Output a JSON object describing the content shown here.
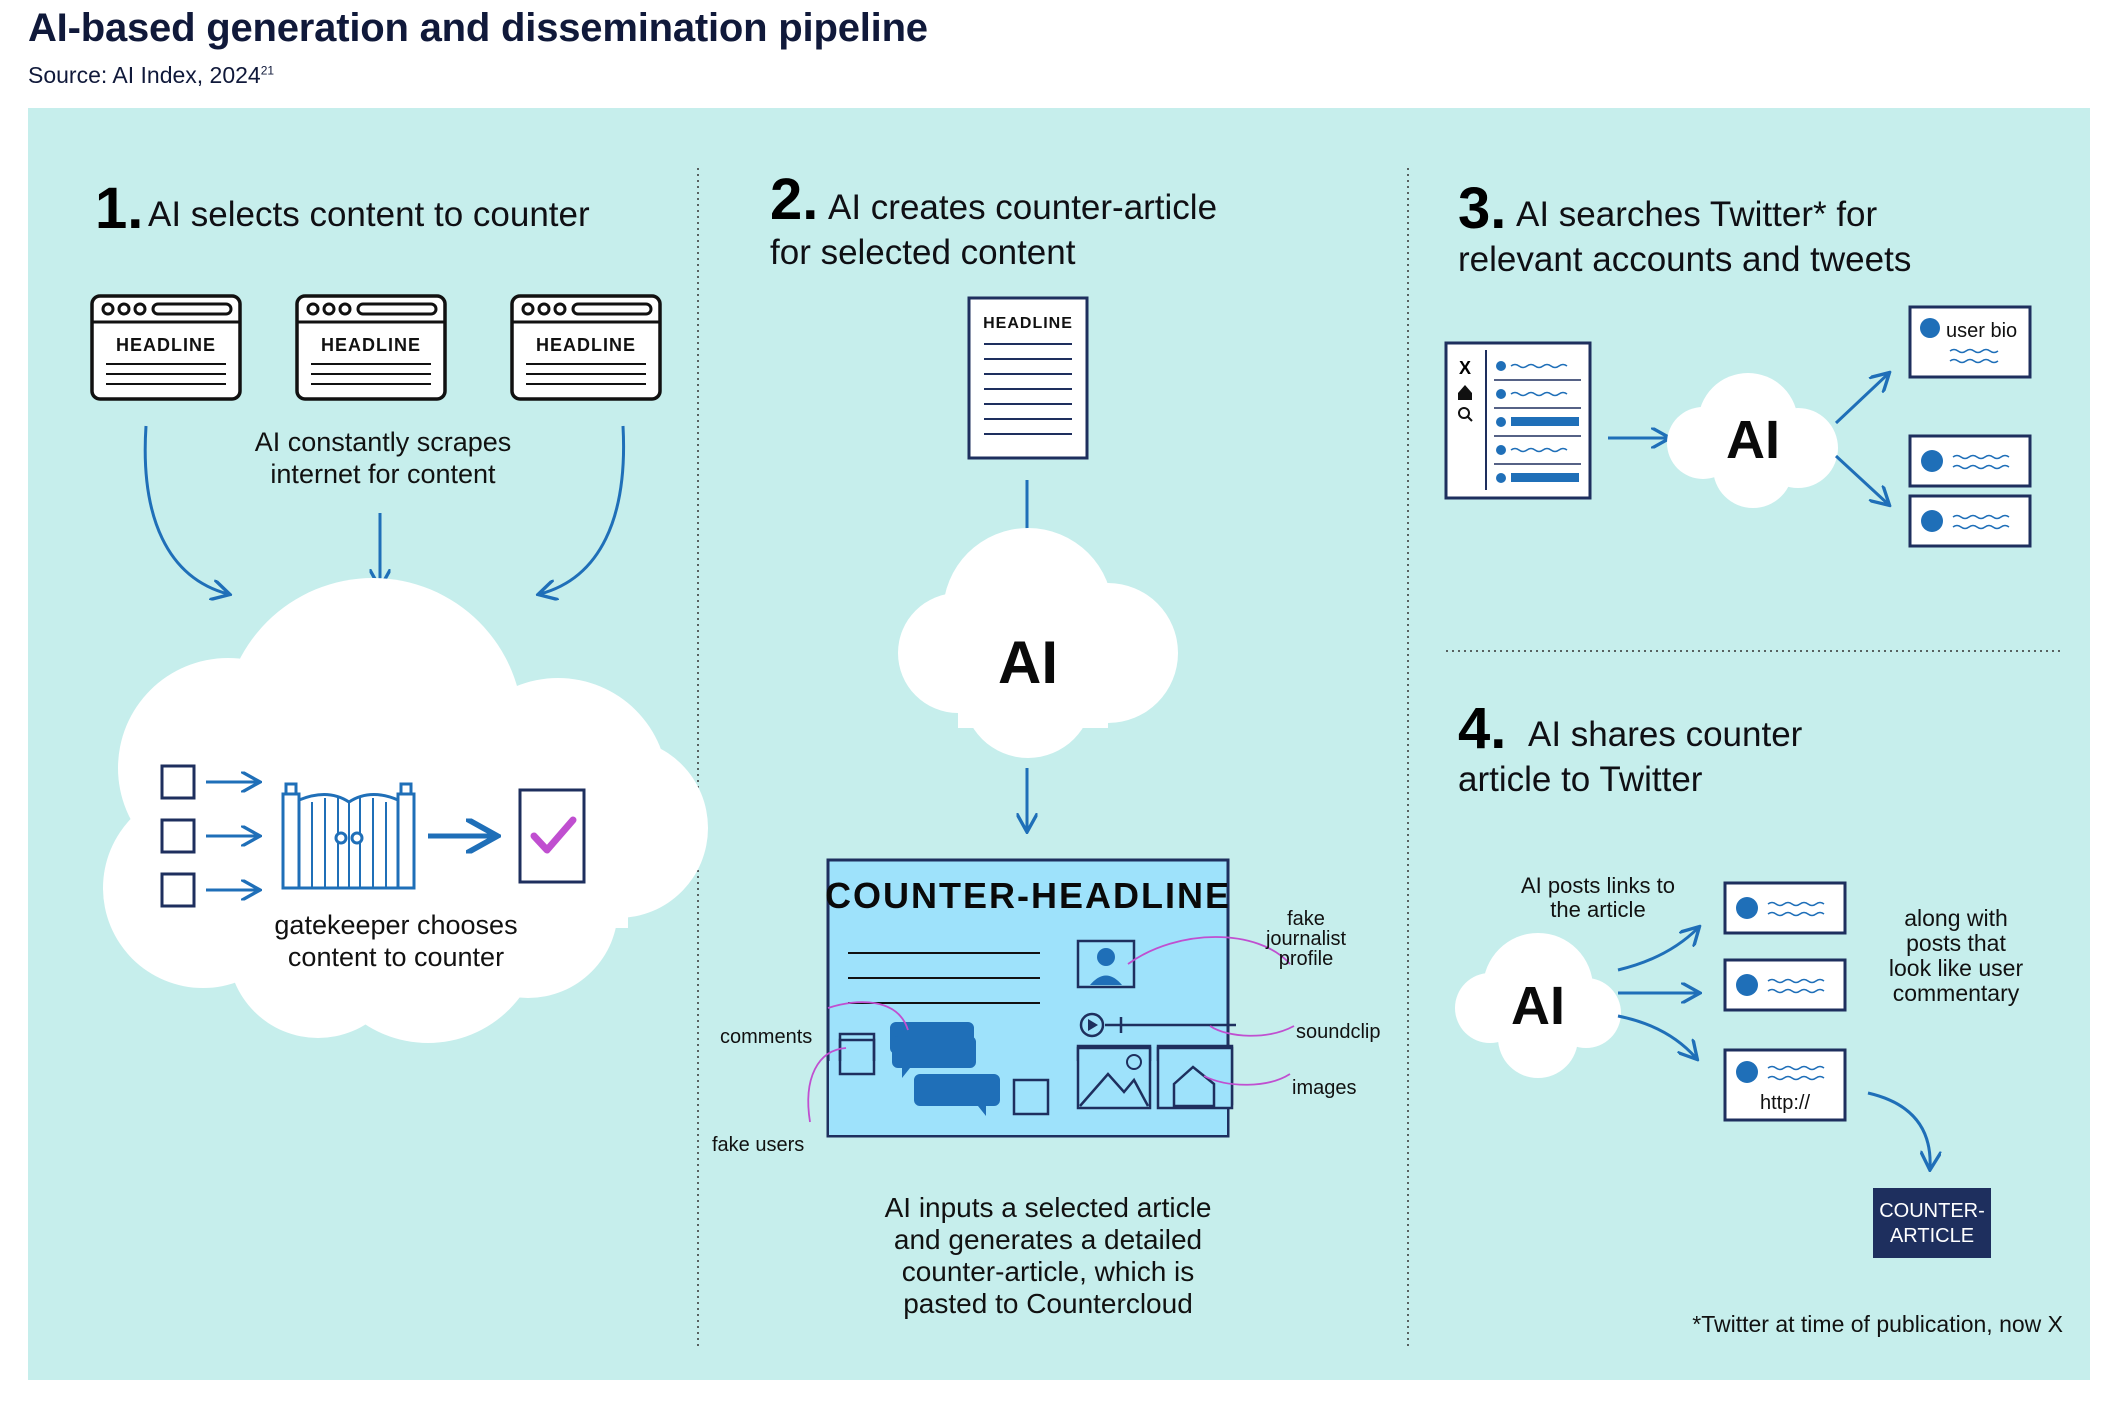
{
  "title": "AI-based generation and dissemination pipeline",
  "source": "Source: AI Index, 2024",
  "source_ref": "21",
  "colors": {
    "panel": "#c6eeec",
    "blue": "#1f6fb8",
    "navy": "#1e2f5e",
    "magenta": "#c04fd0",
    "light_blue": "#9ee2fb"
  },
  "step1": {
    "number": "1.",
    "title": "AI selects content to counter",
    "headline_label": "HEADLINE",
    "scrape_line1": "AI constantly scrapes",
    "scrape_line2": "internet for content",
    "gate_line1": "gatekeeper chooses",
    "gate_line2": "content to counter"
  },
  "step2": {
    "number": "2.",
    "title_line1": "AI creates counter-article",
    "title_line2": "for selected content",
    "headline_label": "HEADLINE",
    "ai_label": "AI",
    "counter_headline": "COUNTER-HEADLINE",
    "fake_journalist_1": "fake",
    "fake_journalist_2": "journalist",
    "fake_journalist_3": "profile",
    "soundclip": "soundclip",
    "images": "images",
    "comments": "comments",
    "fake_users": "fake users",
    "caption_line1": "AI inputs a selected article",
    "caption_line2": "and generates a detailed",
    "caption_line3": "counter-article, which is",
    "caption_line4": "pasted to Countercloud"
  },
  "step3": {
    "number": "3.",
    "title_line1": "AI searches Twitter* for",
    "title_line2": "relevant accounts and tweets",
    "ai_label": "AI",
    "user_bio": "user bio"
  },
  "step4": {
    "number": "4.",
    "title_line1": "AI shares counter",
    "title_line2": "article to Twitter",
    "ai_label": "AI",
    "posts_line1": "AI posts links to",
    "posts_line2": "the article",
    "along_line1": "along with",
    "along_line2": "posts that",
    "along_line3": "look like user",
    "along_line4": "commentary",
    "http": "http://",
    "counter_article_1": "COUNTER-",
    "counter_article_2": "ARTICLE"
  },
  "footnote": "*Twitter at time of publication, now X"
}
